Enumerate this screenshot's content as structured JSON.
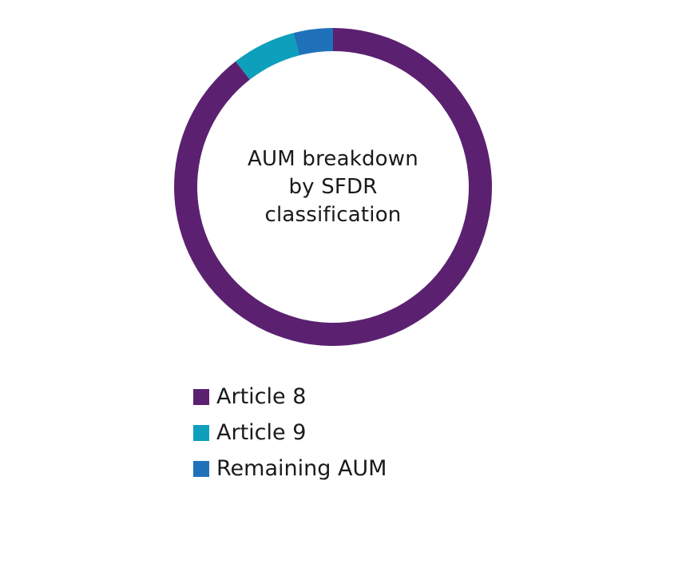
{
  "chart_data": {
    "type": "pie",
    "title": "AUM breakdown by SFDR classification",
    "title_lines": [
      "AUM breakdown",
      "by SFDR",
      "classification"
    ],
    "categories": [
      "Article 8",
      "Article 9",
      "Remaining AUM"
    ],
    "values": [
      89.5,
      6.5,
      4.0
    ],
    "colors": [
      "#5b2170",
      "#0e9fbc",
      "#1f71ba"
    ],
    "donut": true,
    "legend_position": "bottom"
  }
}
